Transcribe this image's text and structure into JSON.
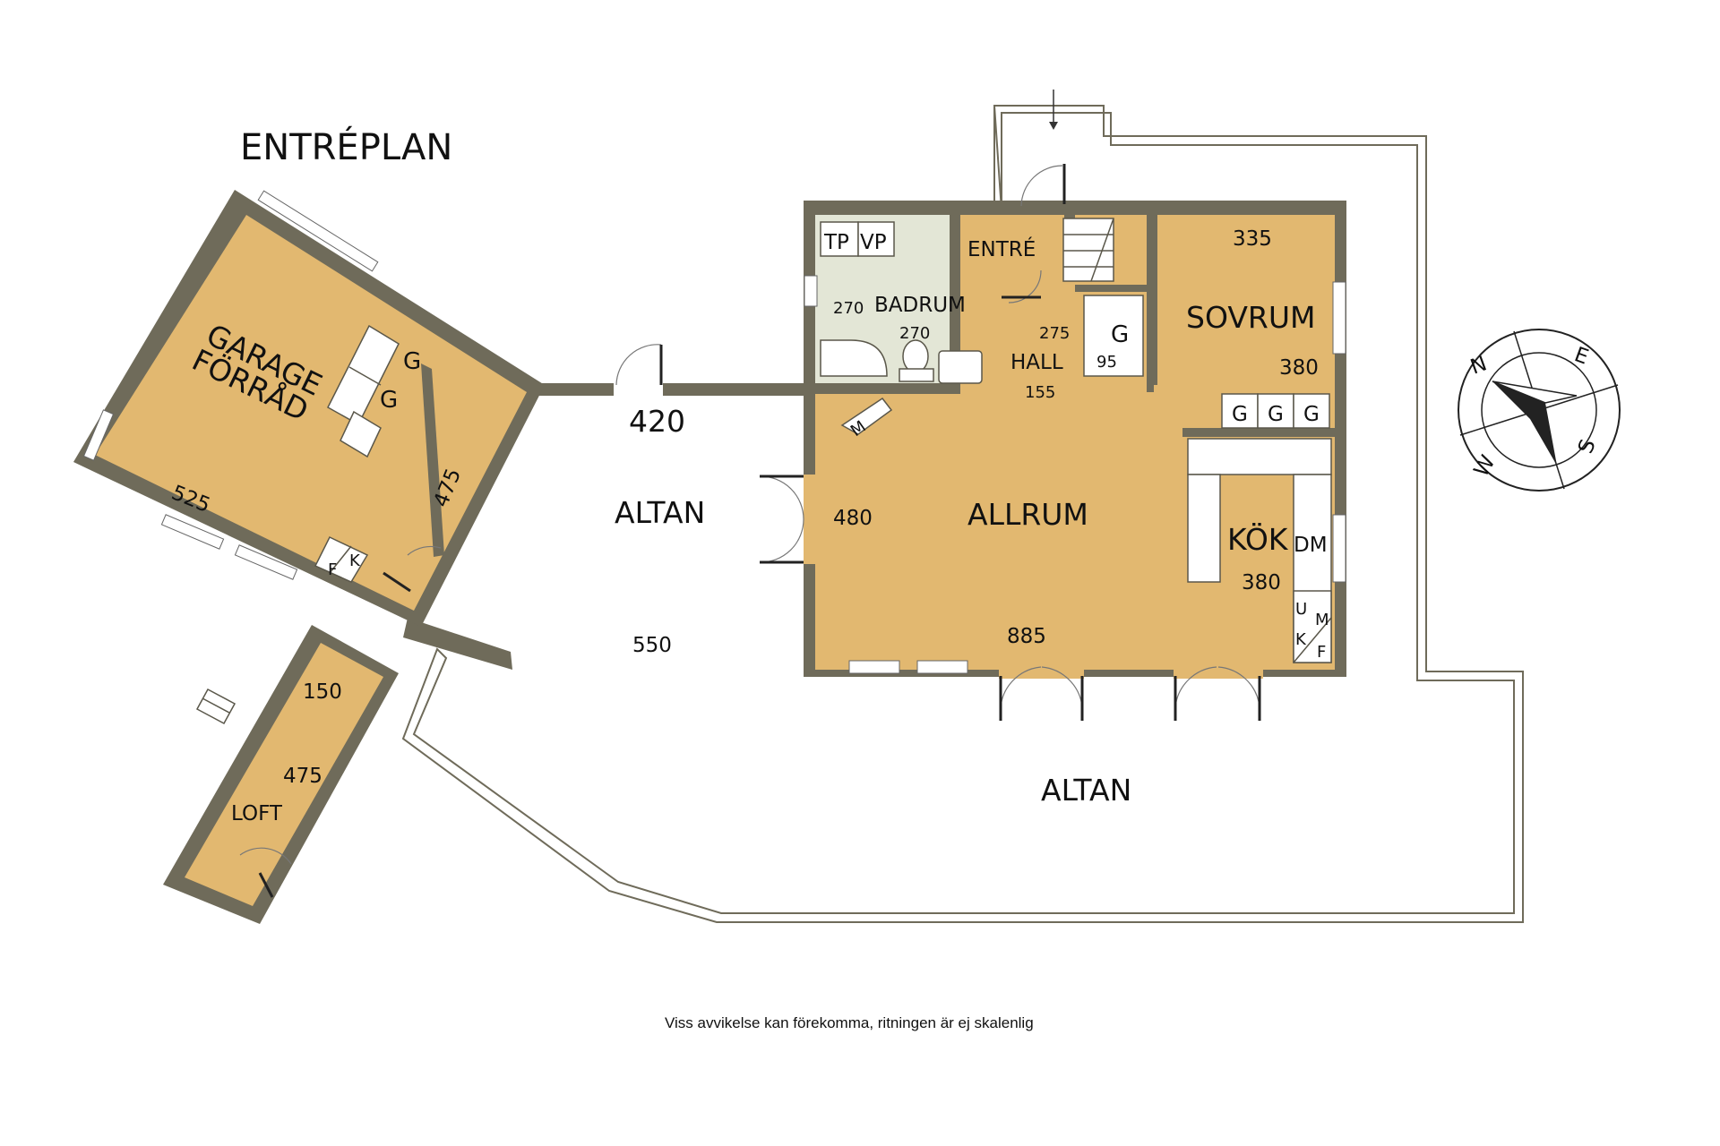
{
  "plan": {
    "title": "ENTRÉPLAN",
    "disclaimer": "Viss avvikelse kan förekomma, ritningen är ej skalenlig",
    "colors": {
      "room": "#e2b870",
      "wall": "#6f6b5a",
      "bathroom": "#e3e6d6",
      "outline": "#6f6b5a"
    },
    "rooms": {
      "garage": {
        "name_line1": "GARAGE",
        "name_line2": "FÖRRÅD",
        "dim_width": "525",
        "dim_depth": "475"
      },
      "loft": {
        "name": "LOFT",
        "dim_width": "150",
        "dim_depth": "475"
      },
      "altan_left": {
        "name": "ALTAN",
        "dim_a": "420",
        "dim_b": "550"
      },
      "badrum": {
        "name": "BADRUM",
        "dim_a": "270",
        "dim_b": "270"
      },
      "entre": {
        "name": "ENTRÉ"
      },
      "hall": {
        "name": "HALL",
        "dim_a": "275",
        "dim_b": "155"
      },
      "closet": {
        "label": "G",
        "dim": "95"
      },
      "sovrum": {
        "name": "SOVRUM",
        "dim_a": "335",
        "dim_b": "380"
      },
      "allrum": {
        "name": "ALLRUM",
        "dim_a": "480",
        "dim_b": "885"
      },
      "kok": {
        "name": "KÖK",
        "dim": "380"
      },
      "altan_bottom": {
        "name": "ALTAN"
      }
    },
    "fixtures": {
      "tp": "TP",
      "vp": "VP",
      "garage_g1": "G",
      "garage_g2": "G",
      "f": "F",
      "k": "K",
      "sov_g1": "G",
      "sov_g2": "G",
      "sov_g3": "G",
      "dm": "DM",
      "u": "U",
      "m": "M",
      "k2": "K",
      "f2": "F",
      "fireplace_label": "M"
    },
    "compass": {
      "n": "N",
      "e": "E",
      "s": "S",
      "w": "W"
    }
  }
}
